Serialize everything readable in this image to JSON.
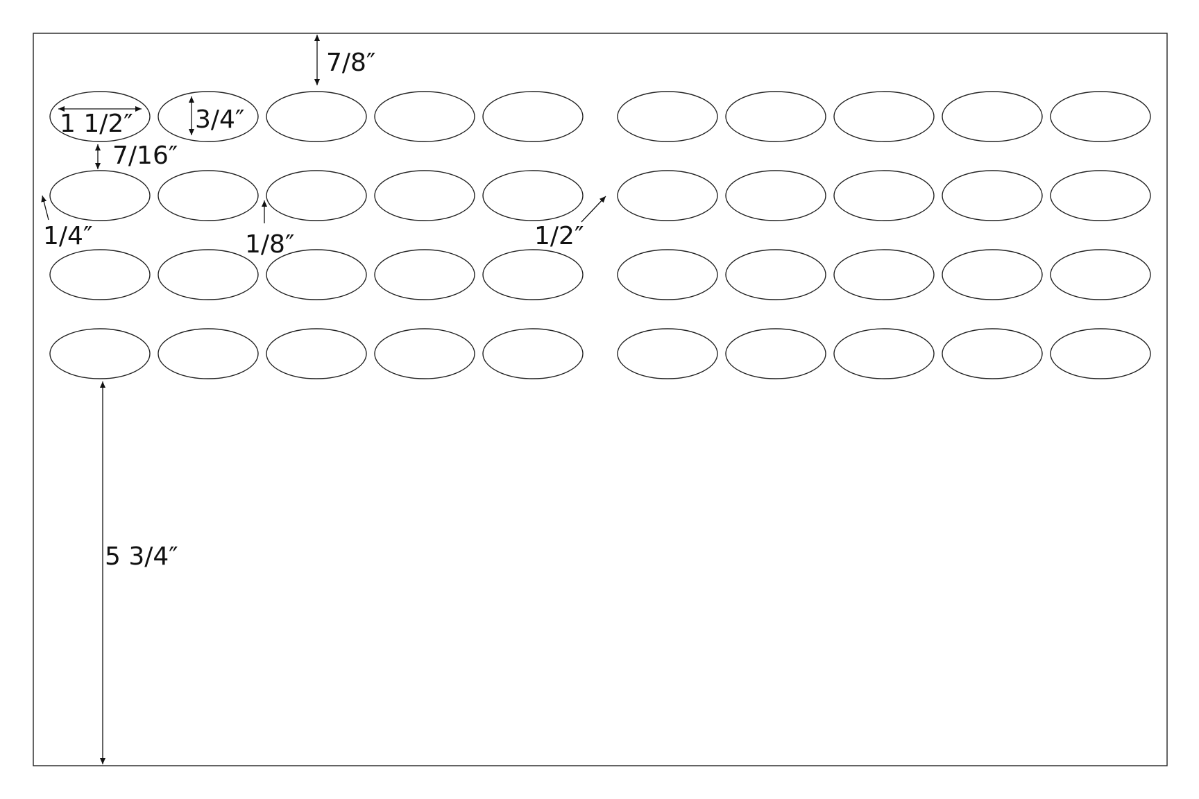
{
  "sheet": {
    "label_grid": {
      "rows": 4,
      "columns_per_block": 5,
      "blocks": 2,
      "label_shape": "oval"
    }
  },
  "dimensions": {
    "label_width": "1 1/2″",
    "label_height": "3/4″",
    "top_margin": "7/8″",
    "vertical_gap": "7/16″",
    "left_margin": "1/4″",
    "horizontal_gap": "1/8″",
    "block_gap": "1/2″",
    "bottom_margin": "5 3/4″"
  },
  "colors": {
    "line": "#222222",
    "background": "#ffffff"
  }
}
